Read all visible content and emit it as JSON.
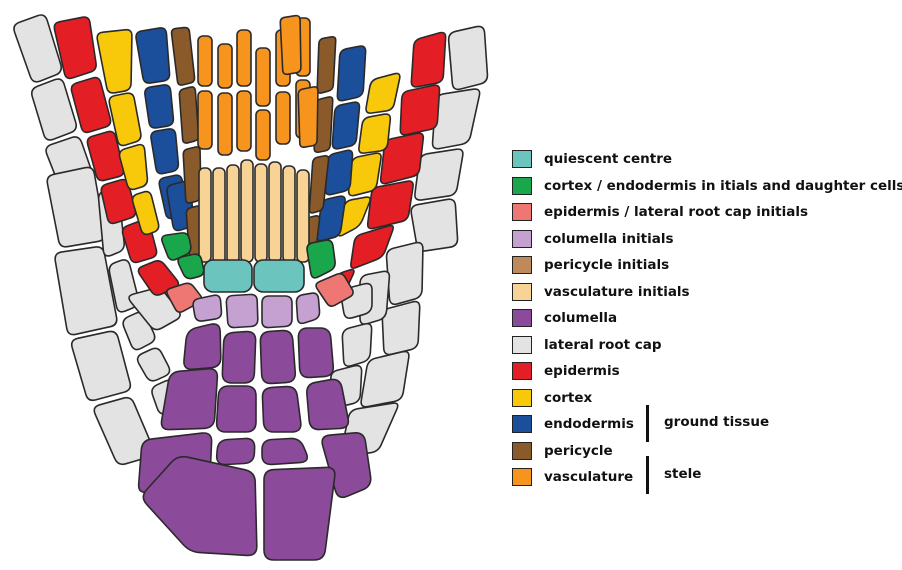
{
  "colors": {
    "quiescent_centre": "#6bc4bd",
    "cortex_endodermis_initials": "#1aa64a",
    "epidermis_lrc_initials": "#ee7773",
    "columella_initials": "#c4a1d1",
    "pericycle_initials": "#bf8a5a",
    "vasculature_initials": "#f7d396",
    "columella": "#8c4a9b",
    "lateral_root_cap": "#e3e3e3",
    "epidermis": "#e31e24",
    "cortex": "#f7c90a",
    "endodermis": "#1b4f9c",
    "pericycle": "#8b5a2b",
    "vasculature": "#f7941d"
  },
  "legend": [
    {
      "key": "quiescent_centre",
      "label": "quiescent centre"
    },
    {
      "key": "cortex_endodermis_initials",
      "label": "cortex / endodermis in itials and daughter cells"
    },
    {
      "key": "epidermis_lrc_initials",
      "label": "epidermis / lateral root cap initials"
    },
    {
      "key": "columella_initials",
      "label": "columella initials"
    },
    {
      "key": "pericycle_initials",
      "label": "pericycle initials"
    },
    {
      "key": "vasculature_initials",
      "label": "vasculature initials"
    },
    {
      "key": "columella",
      "label": "columella"
    },
    {
      "key": "lateral_root_cap",
      "label": "lateral root cap"
    },
    {
      "key": "epidermis",
      "label": "epidermis"
    },
    {
      "key": "cortex",
      "label": "cortex"
    },
    {
      "key": "endodermis",
      "label": "endodermis"
    },
    {
      "key": "pericycle",
      "label": "pericycle"
    },
    {
      "key": "vasculature",
      "label": "vasculature"
    }
  ],
  "groups": {
    "ground_tissue": "ground tissue",
    "stele": "stele"
  }
}
